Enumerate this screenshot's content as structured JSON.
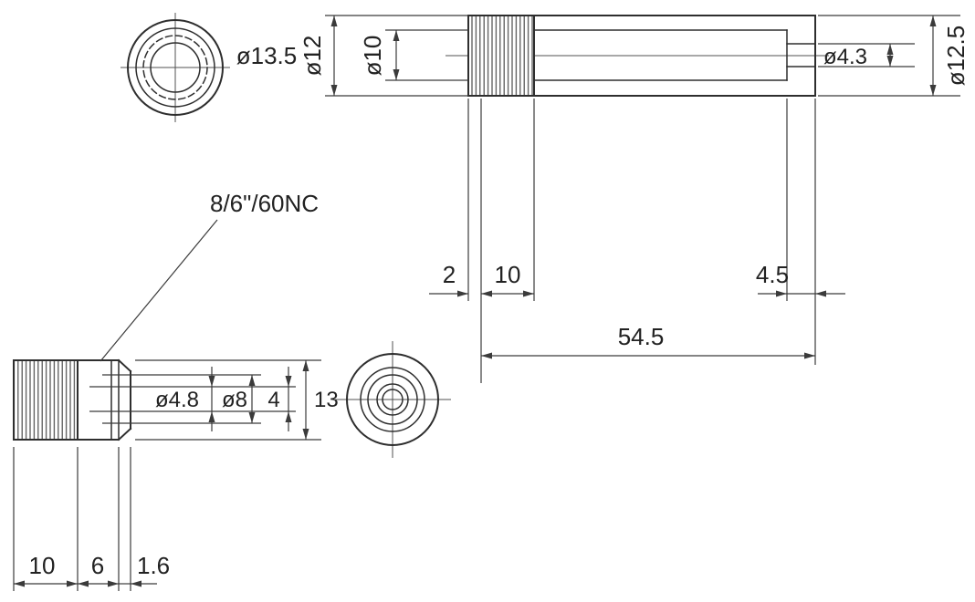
{
  "drawing": {
    "front_view": {
      "diameter": "ø13.5"
    },
    "side_view": {
      "knurl_diameter": "ø12",
      "bore_diameter": "ø10",
      "pin_diameter": "ø4.3",
      "body_diameter": "ø12.5",
      "chamfer_length": "2",
      "knurl_length": "10",
      "pin_length": "4.5",
      "overall_length": "54.5"
    },
    "cap_view": {
      "thread_spec": "8/6\"/60NC",
      "hole_diameter": "ø4.8",
      "counterbore_diameter": "ø8",
      "depth": "4",
      "outer_diameter": "13",
      "knurl_length": "10",
      "body_length": "6",
      "chamfer": "1.6"
    }
  }
}
